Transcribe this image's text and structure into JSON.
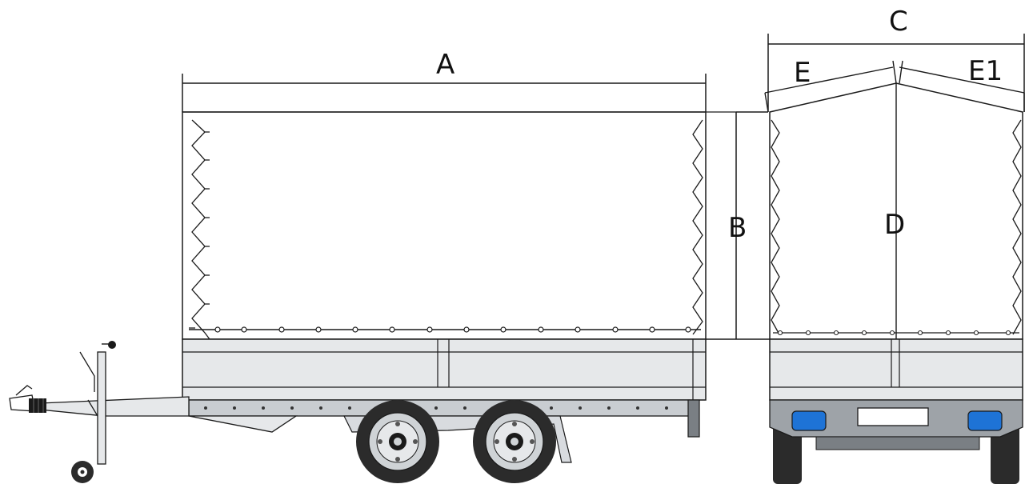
{
  "labels": {
    "length": "A",
    "height": "B",
    "width": "C",
    "center_height": "D",
    "roof_left": "E",
    "roof_right": "E1"
  },
  "colors": {
    "outline": "#1a1a1a",
    "panel": "#e6e8ea",
    "panel_dark": "#c9cdd1",
    "frame": "#9ea3a8",
    "tire": "#2b2b2b",
    "rim": "#cfd3d6",
    "reflector": "#1e73d6"
  }
}
